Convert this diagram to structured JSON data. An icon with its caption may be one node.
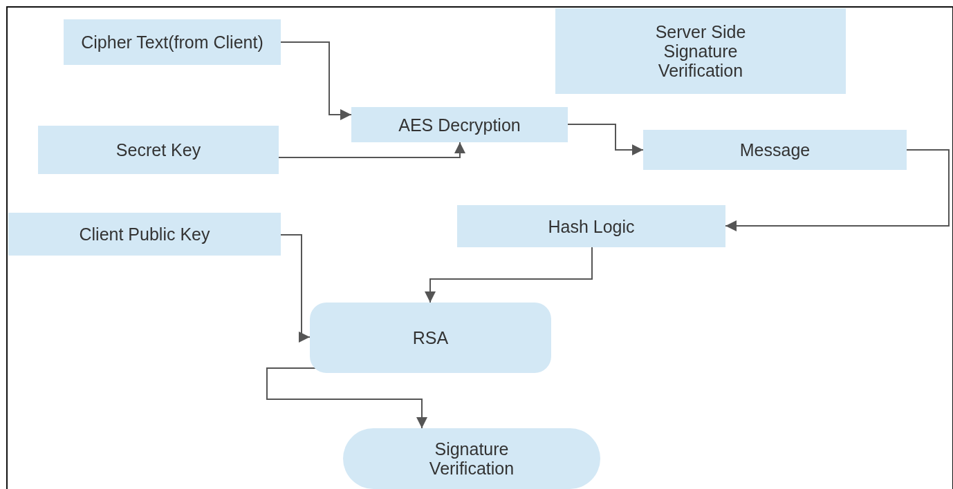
{
  "diagram": {
    "nodes": [
      {
        "text": [
          "Cipher Text(from Client)"
        ]
      },
      {
        "text": [
          "Server Side Signature Verification"
        ]
      },
      {
        "text": [
          "AES Decryption"
        ]
      },
      {
        "text": [
          "Secret Key"
        ]
      },
      {
        "text": [
          "Message"
        ]
      },
      {
        "text": [
          "Client Public Key"
        ]
      },
      {
        "text": [
          "Hash Logic"
        ]
      },
      {
        "text": [
          "RSA"
        ]
      },
      {
        "text": [
          "Signature Verification"
        ]
      }
    ],
    "edges": [
      {
        "from": 0,
        "to": 2,
        "arrow": "to"
      },
      {
        "from": 3,
        "to": 2,
        "arrow": "to"
      },
      {
        "from": 2,
        "to": 4,
        "arrow": "to"
      },
      {
        "from": 4,
        "to": 6,
        "arrow": "to"
      },
      {
        "from": 6,
        "to": 7,
        "arrow": "to"
      },
      {
        "from": 5,
        "to": 7,
        "arrow": "to"
      },
      {
        "from": 7,
        "to": 8,
        "arrow": "to"
      }
    ]
  }
}
